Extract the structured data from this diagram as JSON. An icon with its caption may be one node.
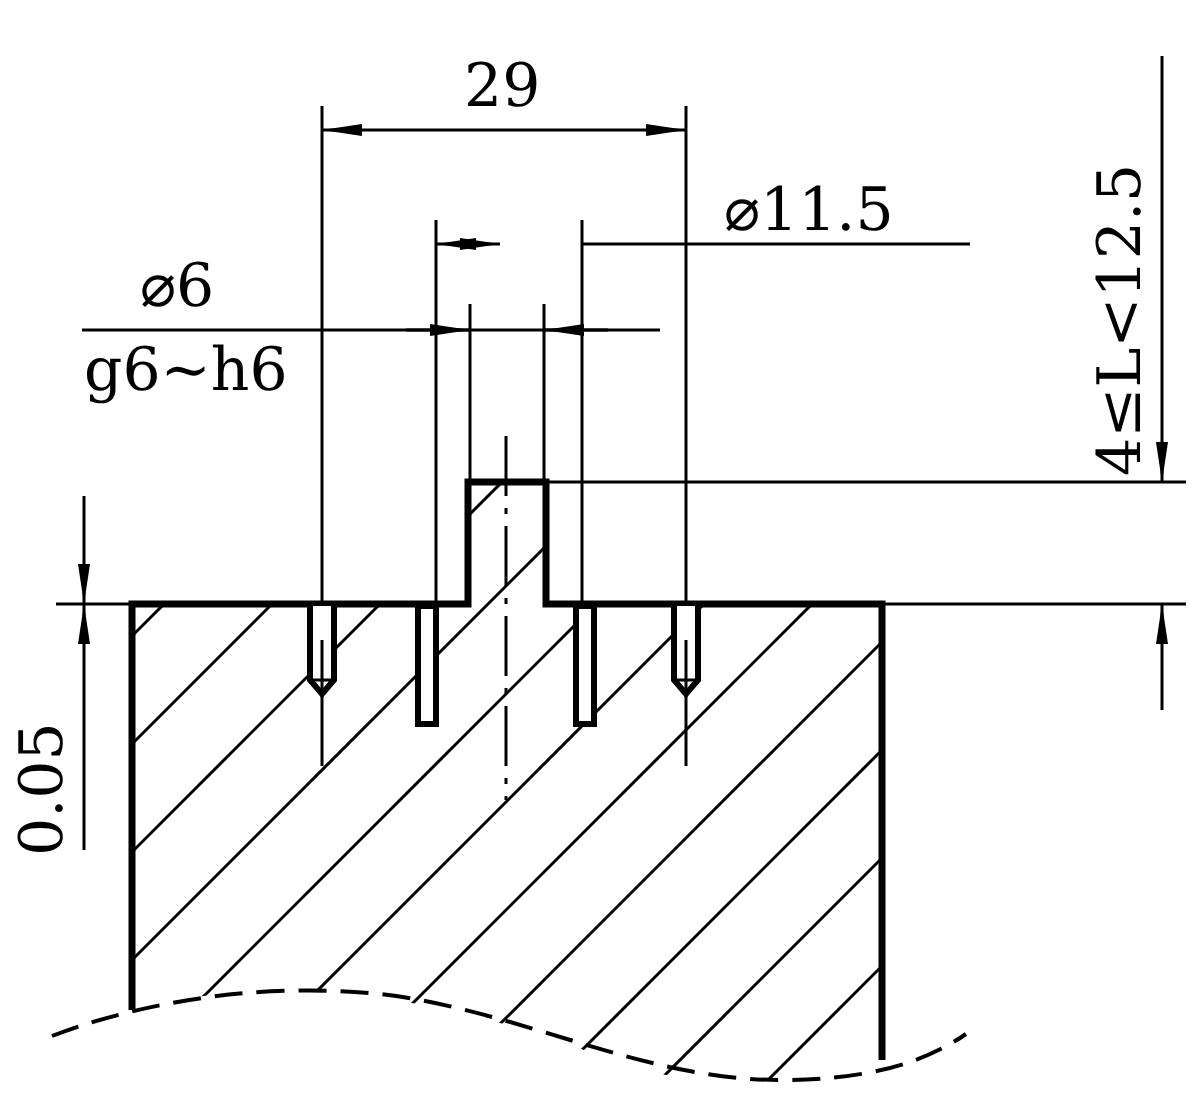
{
  "diagram": {
    "labels": [
      "29",
      "⌀11.5",
      "⌀6",
      "g6~h6",
      "4≤L<12.5",
      "0.05"
    ]
  }
}
